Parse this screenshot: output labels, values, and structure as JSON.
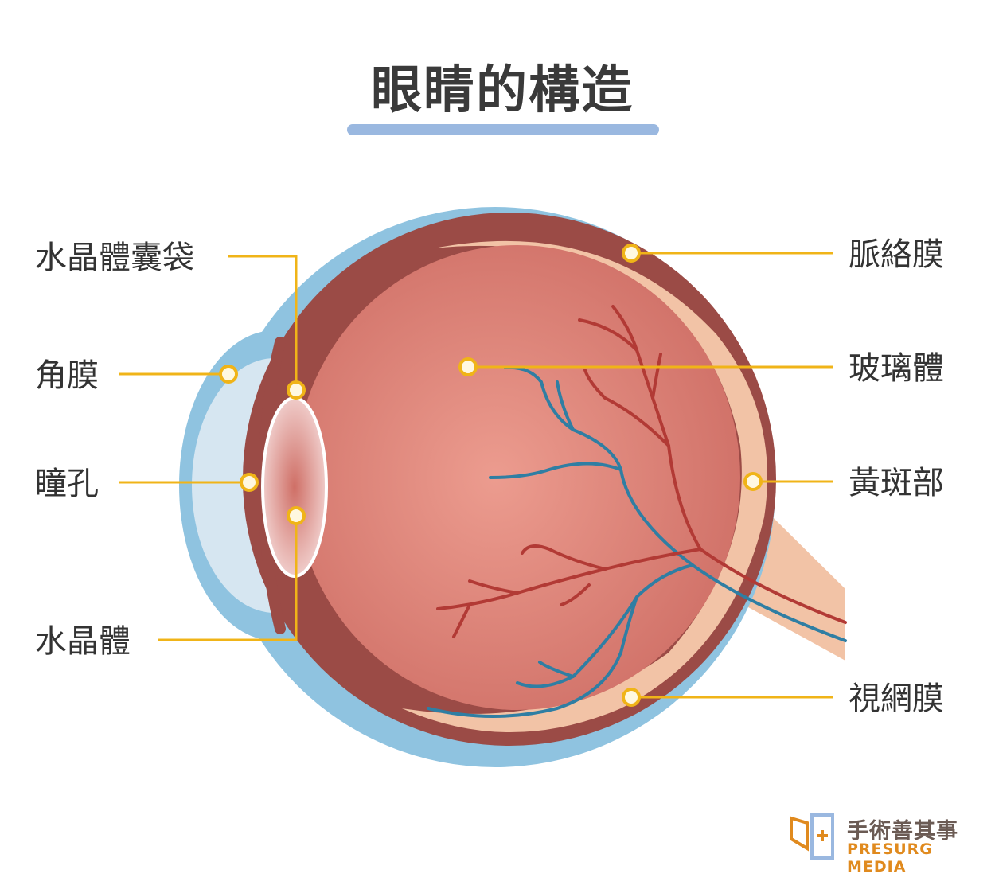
{
  "title": "眼睛的構造",
  "labels": {
    "capsule": "水晶體囊袋",
    "cornea": "角膜",
    "pupil": "瞳孔",
    "lens": "水晶體",
    "choroid": "脈絡膜",
    "vitreous": "玻璃體",
    "macula": "黃斑部",
    "retina": "視網膜"
  },
  "logo": {
    "chinese": "手術善其事",
    "english": "PRESURG MEDIA"
  },
  "colors": {
    "outer_sclera": "#8fc3e0",
    "cornea": "#d6e6f1",
    "choroid": "#9b4b46",
    "retina": "#f2c3a6",
    "vitreous": "#df877a",
    "artery": "#b23a35",
    "vein": "#2f7ea3",
    "leader": "#f0b418",
    "title_bar": "#9ab8e0"
  }
}
